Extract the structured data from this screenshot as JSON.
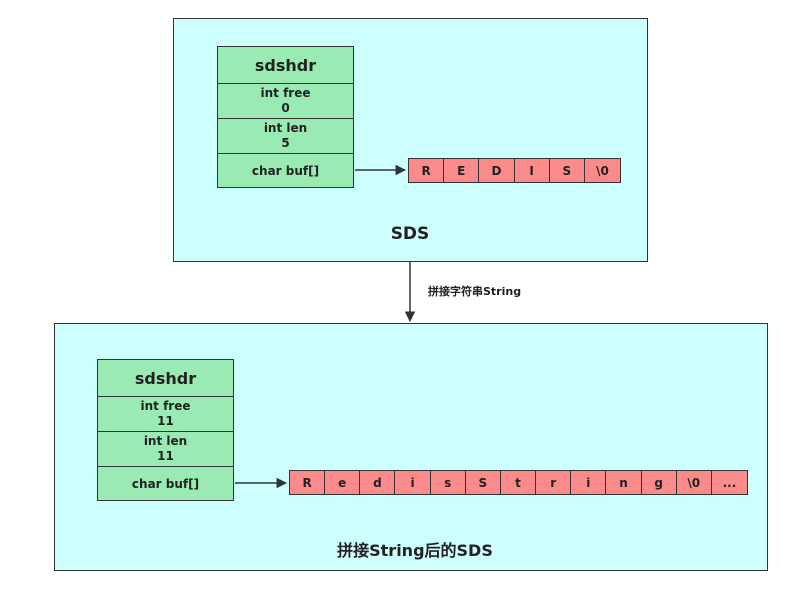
{
  "top_sds": {
    "struct_name": "sdshdr",
    "free_label": "int free",
    "free_value": "0",
    "len_label": "int len",
    "len_value": "5",
    "buf_label": "char buf[]",
    "buffer": [
      "R",
      "E",
      "D",
      "I",
      "S",
      "\\0"
    ],
    "caption": "SDS"
  },
  "transition_label": "拼接字符串String",
  "bottom_sds": {
    "struct_name": "sdshdr",
    "free_label": "int free",
    "free_value": "11",
    "len_label": "int len",
    "len_value": "11",
    "buf_label": "char buf[]",
    "buffer": [
      "R",
      "e",
      "d",
      "i",
      "s",
      "S",
      "t",
      "r",
      "i",
      "n",
      "g",
      "\\0",
      "..."
    ],
    "caption": "拼接String后的SDS"
  },
  "colors": {
    "panel_fill": "#ccfffd",
    "struct_fill": "#99ebb3",
    "buffer_fill": "#fb8b8b",
    "stroke": "#333333"
  }
}
